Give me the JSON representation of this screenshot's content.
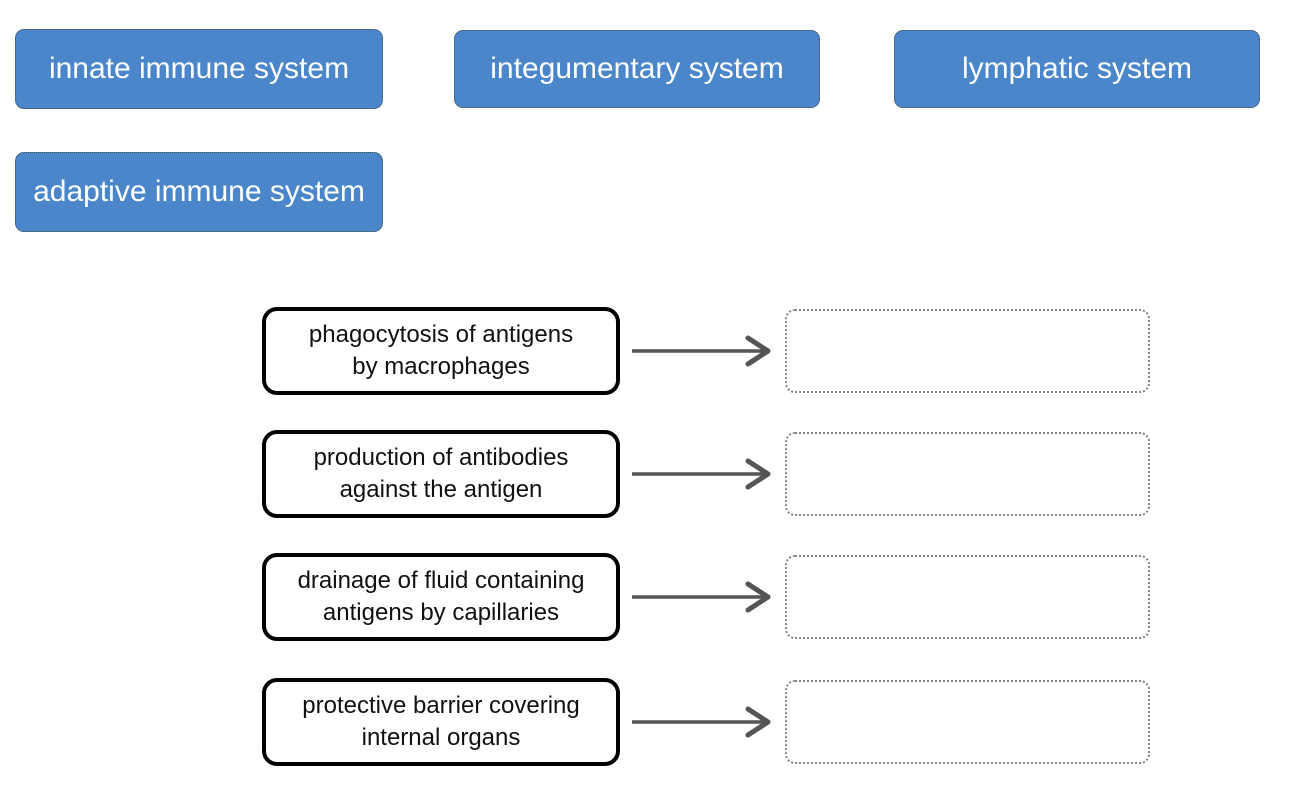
{
  "page": {
    "background_color": "#ffffff",
    "exercise_type": "drag-and-drop matching"
  },
  "word_bank": {
    "chip_fill_color": "#4a86c9",
    "chip_text_color": "#ffffff",
    "chips": [
      {
        "id": "innate-immune-system",
        "label": "innate immune system"
      },
      {
        "id": "integumentary-system",
        "label": "integumentary system"
      },
      {
        "id": "lymphatic-system",
        "label": "lymphatic system"
      },
      {
        "id": "adaptive-immune-system",
        "label": "adaptive immune system"
      }
    ]
  },
  "matching_exercise": {
    "arrow_color": "#555555",
    "rows": [
      {
        "description": "phagocytosis of antigens\nby macrophages",
        "drop_zone_value": ""
      },
      {
        "description": "production of antibodies\nagainst the antigen",
        "drop_zone_value": ""
      },
      {
        "description": "drainage of fluid containing\nantigens by capillaries",
        "drop_zone_value": ""
      },
      {
        "description": "protective barrier covering\ninternal organs",
        "drop_zone_value": ""
      }
    ]
  }
}
